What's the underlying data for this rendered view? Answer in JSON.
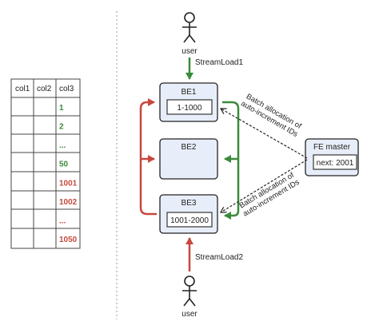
{
  "table": {
    "headers": [
      "col1",
      "col2",
      "col3"
    ],
    "rows": [
      "1",
      "2",
      "...",
      "50",
      "1001",
      "1002",
      "...",
      "1050"
    ],
    "row_colors": [
      "#3a8a3a",
      "#3a8a3a",
      "#3a8a3a",
      "#3a8a3a",
      "#c8473e",
      "#c8473e",
      "#c8473e",
      "#c8473e"
    ]
  },
  "diagram": {
    "user_top_label": "user",
    "user_bottom_label": "user",
    "streamload1_label": "StreamLoad1",
    "streamload2_label": "StreamLoad2",
    "be1_title": "BE1",
    "be1_range": "1-1000",
    "be2_title": "BE2",
    "be3_title": "BE3",
    "be3_range": "1001-2000",
    "fe_title": "FE master",
    "fe_next": "next: 2001",
    "batch_label_line1": "Batch allocation of",
    "batch_label_line2": "auto-increment IDs"
  },
  "colors": {
    "green": "#3a8a3a",
    "red": "#c8473e",
    "box_fill": "#e8eef9",
    "stroke": "#222222"
  }
}
